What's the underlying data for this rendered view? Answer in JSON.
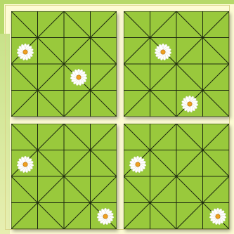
{
  "colors": {
    "background": "#fdfbd4",
    "accent": "#b6d96a",
    "tile": "#99c93c",
    "line": "#1e2a10",
    "petal": "#ffffff",
    "center": "#f0a020"
  },
  "puzzle": {
    "panels": [
      {
        "id": "panel-1",
        "flowers": 2
      },
      {
        "id": "panel-2",
        "flowers": 2
      },
      {
        "id": "panel-3",
        "flowers": 2
      },
      {
        "id": "panel-4",
        "flowers": 2
      }
    ],
    "flower_icon": "daisy-icon"
  }
}
